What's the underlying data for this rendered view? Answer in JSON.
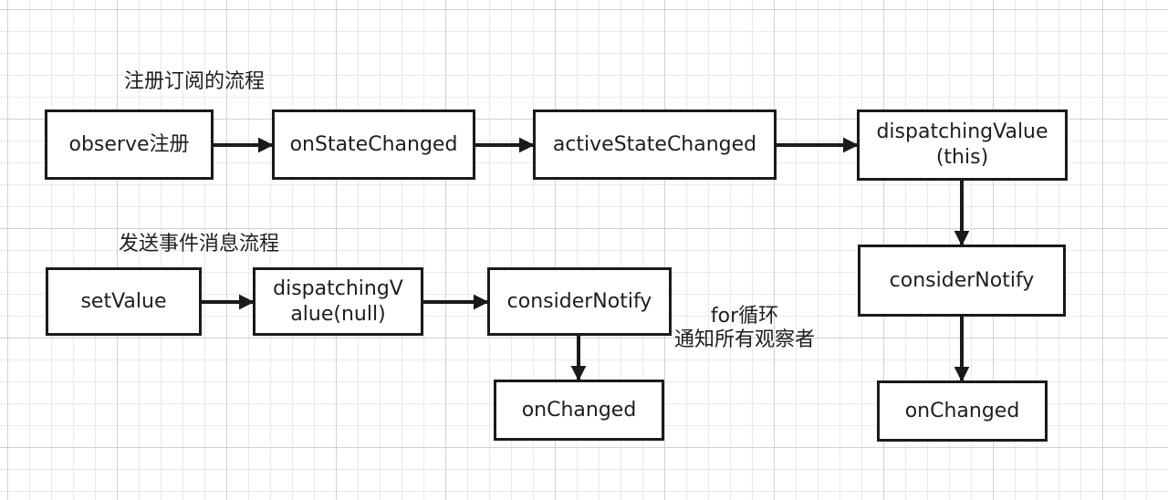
{
  "titles": {
    "register_flow": "注册订阅的流程",
    "send_flow": "发送事件消息流程"
  },
  "nodes": {
    "observe": "observe注册",
    "on_state_changed": "onStateChanged",
    "active_state_changed": "activeStateChanged",
    "dispatching_value_this": "dispatchingValue\n(this)",
    "consider_notify_right": "considerNotify",
    "on_changed_right": "onChanged",
    "set_value": "setValue",
    "dispatching_value_null": "dispatchingV\nalue(null)",
    "consider_notify_bottom": "considerNotify",
    "on_changed_bottom": "onChanged"
  },
  "annotation": {
    "line1": "for循环",
    "line2": "通知所有观察者"
  },
  "colors": {
    "stroke": "#1a1a1a",
    "grid": "#bebebe"
  }
}
